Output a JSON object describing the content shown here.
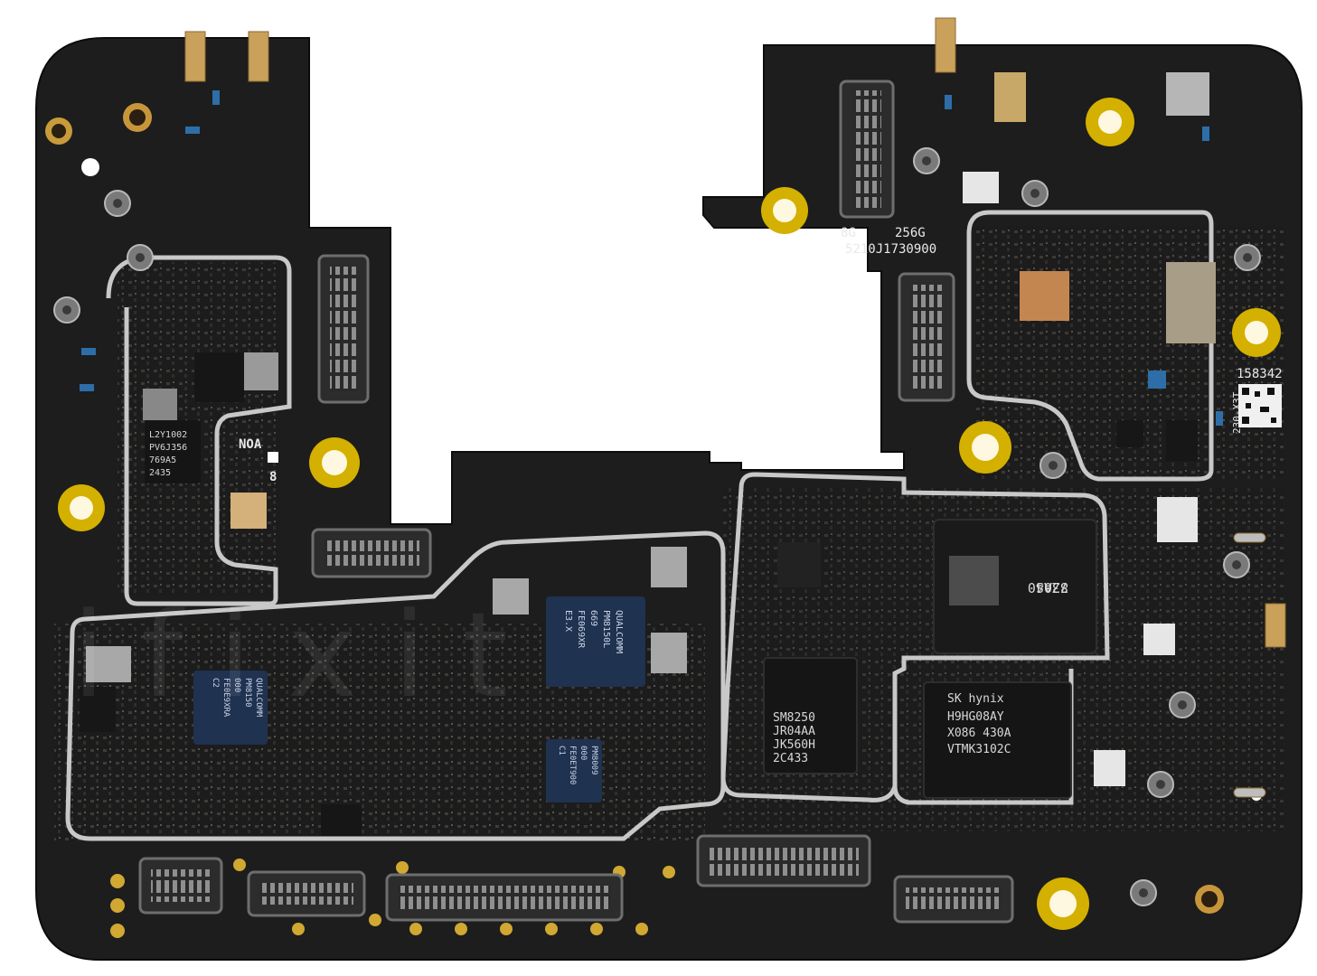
{
  "silkscreen": {
    "ram": "8G",
    "storage": "256G",
    "serial": "5210J1730900",
    "board_id": "158342",
    "rev": "230-X3T",
    "mark": "NOA",
    "mark_digit": "8"
  },
  "chips": {
    "soc": [
      "SM8250",
      "JR04AA",
      "JK560H",
      "2C433"
    ],
    "ram_chip": [
      "SK hynix",
      "H9HG08AY",
      "X086 430A",
      "VTMK3102C"
    ],
    "modem": [
      "7Z040",
      "83AS"
    ],
    "pm_left": [
      "L2Y1002",
      "PV6J356",
      "769A5",
      "2435"
    ],
    "pmic_a": [
      "QUALCOMM",
      "PM8150L",
      "669",
      "FE069XR",
      "E3.X"
    ],
    "pmic_b": [
      "QUALCOMM",
      "PM8150",
      "000",
      "FE0E9XRA",
      "C2"
    ],
    "pmic_c": [
      "PM8009",
      "000",
      "FE0ET900",
      "C1"
    ]
  },
  "watermark": "ifixit"
}
